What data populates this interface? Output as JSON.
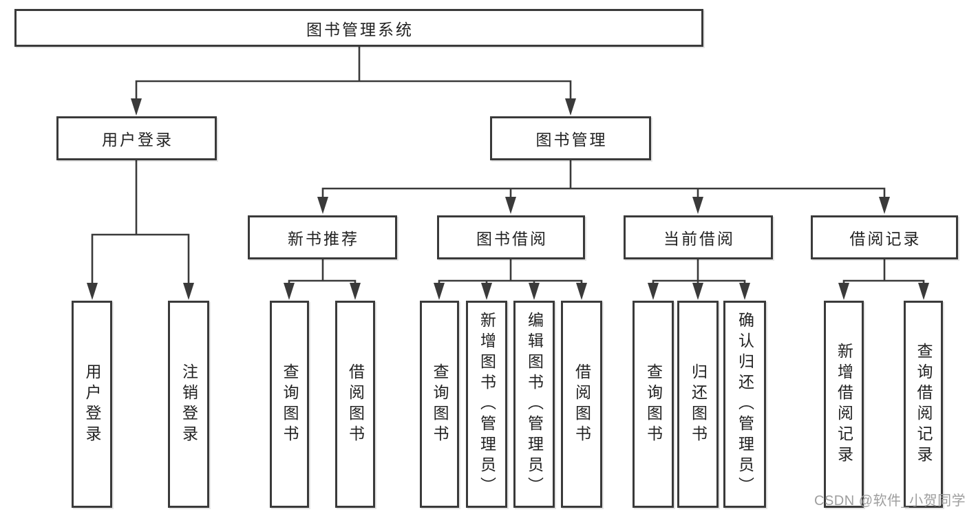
{
  "tree": {
    "label": "图书管理系统",
    "children": [
      {
        "label": "用户登录",
        "children": [
          {
            "label": "用户登录"
          },
          {
            "label": "注销登录"
          }
        ]
      },
      {
        "label": "图书管理",
        "children": [
          {
            "label": "新书推荐",
            "children": [
              {
                "label": "查询图书"
              },
              {
                "label": "借阅图书"
              }
            ]
          },
          {
            "label": "图书借阅",
            "children": [
              {
                "label": "查询图书"
              },
              {
                "label": "新增图书（管理员）"
              },
              {
                "label": "编辑图书（管理员）"
              },
              {
                "label": "借阅图书"
              }
            ]
          },
          {
            "label": "当前借阅",
            "children": [
              {
                "label": "查询图书"
              },
              {
                "label": "归还图书"
              },
              {
                "label": "确认归还（管理员）"
              }
            ]
          },
          {
            "label": "借阅记录",
            "children": [
              {
                "label": "新增借阅记录"
              },
              {
                "label": "查询借阅记录"
              }
            ]
          }
        ]
      }
    ]
  },
  "watermark": {
    "text": "CSDN @软件_小贺同学"
  },
  "colors": {
    "line": "#3a3a3a",
    "text": "#222222",
    "watermark": "#9e9e9e",
    "background": "#ffffff"
  }
}
